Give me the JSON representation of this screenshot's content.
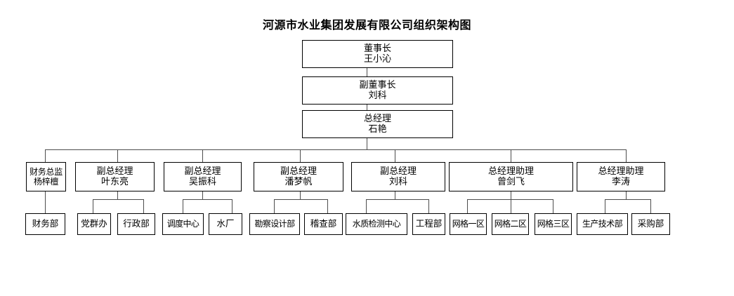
{
  "chart_title": "河源市水业集团发展有限公司组织架构图",
  "chart_data": {
    "type": "diagram",
    "diagram_kind": "organization-chart",
    "title": "河源市水业集团发展有限公司组织架构图",
    "orientation": "top-down",
    "levels": 4,
    "nodes": {
      "chairman": {
        "title": "董事长",
        "name": "王小沁"
      },
      "vicechair": {
        "title": "副董事长",
        "name": "刘科"
      },
      "gm": {
        "title": "总经理",
        "name": "石艳"
      },
      "cfo": {
        "title": "财务总监",
        "name": "杨梓檀"
      },
      "vgm1": {
        "title": "副总经理",
        "name": "叶东亮"
      },
      "vgm2": {
        "title": "副总经理",
        "name": "吴振科"
      },
      "vgm3": {
        "title": "副总经理",
        "name": "潘梦帆"
      },
      "vgm4": {
        "title": "副总经理",
        "name": "刘科"
      },
      "asst1": {
        "title": "总经理助理",
        "name": "曾剑飞"
      },
      "asst2": {
        "title": "总经理助理",
        "name": "李涛"
      },
      "dep_finance": {
        "title": "财务部"
      },
      "dep_party": {
        "title": "党群办"
      },
      "dep_admin": {
        "title": "行政部"
      },
      "dep_dispatch": {
        "title": "调度中心"
      },
      "dep_plant": {
        "title": "水厂"
      },
      "dep_survey": {
        "title": "勘察设计部"
      },
      "dep_audit": {
        "title": "稽查部"
      },
      "dep_quality": {
        "title": "水质检测中心"
      },
      "dep_eng": {
        "title": "工程部"
      },
      "dep_grid1": {
        "title": "网格一区"
      },
      "dep_grid2": {
        "title": "网格二区"
      },
      "dep_grid3": {
        "title": "网格三区"
      },
      "dep_prodtech": {
        "title": "生产技术部"
      },
      "dep_purchase": {
        "title": "采购部"
      }
    },
    "edges": [
      [
        "chairman",
        "vicechair"
      ],
      [
        "vicechair",
        "gm"
      ],
      [
        "gm",
        "cfo"
      ],
      [
        "gm",
        "vgm1"
      ],
      [
        "gm",
        "vgm2"
      ],
      [
        "gm",
        "vgm3"
      ],
      [
        "gm",
        "vgm4"
      ],
      [
        "gm",
        "asst1"
      ],
      [
        "gm",
        "asst2"
      ],
      [
        "cfo",
        "dep_finance"
      ],
      [
        "vgm1",
        "dep_party"
      ],
      [
        "vgm1",
        "dep_admin"
      ],
      [
        "vgm2",
        "dep_dispatch"
      ],
      [
        "vgm2",
        "dep_plant"
      ],
      [
        "vgm3",
        "dep_survey"
      ],
      [
        "vgm3",
        "dep_audit"
      ],
      [
        "vgm4",
        "dep_quality"
      ],
      [
        "vgm4",
        "dep_eng"
      ],
      [
        "asst1",
        "dep_grid1"
      ],
      [
        "asst1",
        "dep_grid2"
      ],
      [
        "asst1",
        "dep_grid3"
      ],
      [
        "asst2",
        "dep_prodtech"
      ],
      [
        "asst2",
        "dep_purchase"
      ]
    ],
    "colors": {
      "box_border": "#000000",
      "box_fill": "#ffffff",
      "connector": "#4d4d4d",
      "text": "#000000",
      "background": "#ffffff"
    }
  }
}
